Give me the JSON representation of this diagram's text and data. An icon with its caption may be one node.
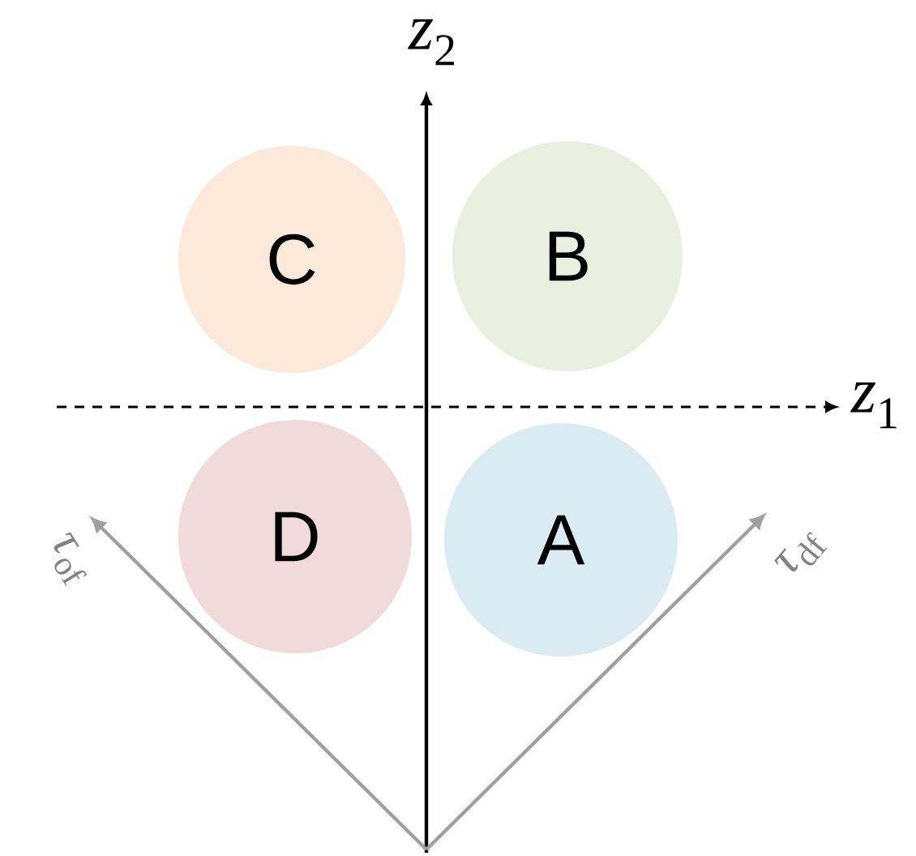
{
  "diagram": {
    "nodes": [
      {
        "text": [
          "C"
        ]
      },
      {
        "text": [
          "B"
        ]
      },
      {
        "text": [
          "D"
        ]
      },
      {
        "text": [
          "A"
        ]
      }
    ],
    "labels": [
      "*z*$_{2}$",
      "*z*$_{1}$",
      "*τ*$_{of}$",
      "*τ*$_{df}$"
    ]
  }
}
